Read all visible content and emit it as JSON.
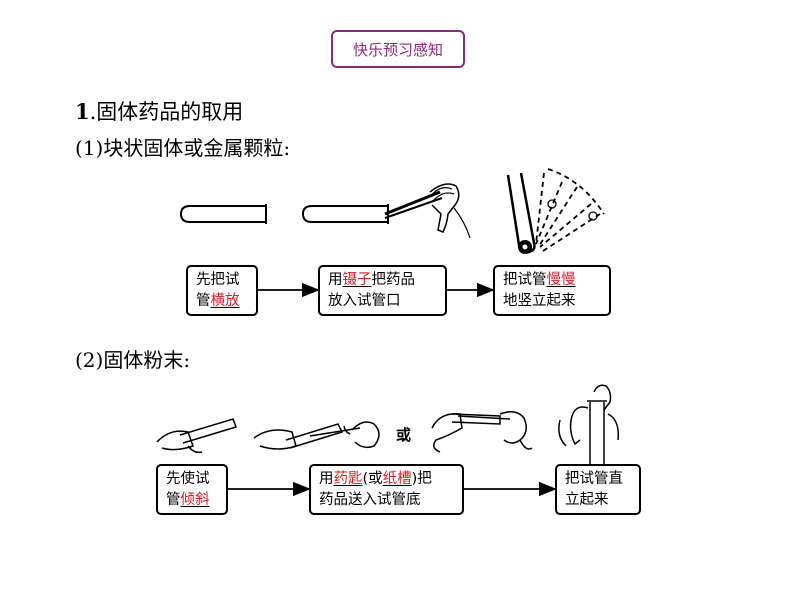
{
  "badge": "快乐预习感知",
  "section": {
    "number": "1",
    "title": ".固体药品的取用"
  },
  "part1": {
    "heading": "(1)块状固体或金属颗粒:",
    "steps": [
      {
        "line1": "先把试",
        "line2_pre": "管",
        "line2_red": "横放",
        "line2_post": ""
      },
      {
        "line1_pre": "用",
        "line1_red": "镊子",
        "line1_post": "把药品",
        "line2": "放入试管口"
      },
      {
        "line1_pre": "把试管",
        "line1_red": "慢慢",
        "line2": "地竖立起来"
      }
    ]
  },
  "part2": {
    "heading": "(2)固体粉末:",
    "or_label": "或",
    "steps": [
      {
        "line1": "先使试",
        "line2_pre": "管",
        "line2_red": "倾斜"
      },
      {
        "line1_pre": "用",
        "line1_red": "药匙",
        "line1_mid": "(或",
        "line1_red2": "纸槽",
        "line1_post": ")把",
        "line2": "药品送入试管底"
      },
      {
        "line1": "把试管直",
        "line2": "立起来"
      }
    ]
  },
  "colors": {
    "badge": "#8a2a7a",
    "highlight": "#d61f26"
  }
}
